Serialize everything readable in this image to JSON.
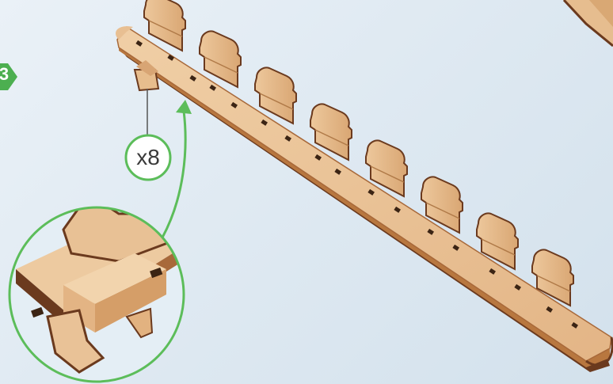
{
  "step": {
    "number": "3",
    "color": "#4caf50"
  },
  "callout": {
    "quantity": "x8",
    "ring_color": "#5cbd5a"
  },
  "colors": {
    "wood_light": "#e9c49a",
    "wood_mid": "#d9a874",
    "wood_dark": "#6b3a1e",
    "wood_edge": "#a8693a",
    "background": "#e2ebf3"
  },
  "parts": {
    "peg_count": 8,
    "description_icon": "wooden-rail-with-pegs"
  }
}
